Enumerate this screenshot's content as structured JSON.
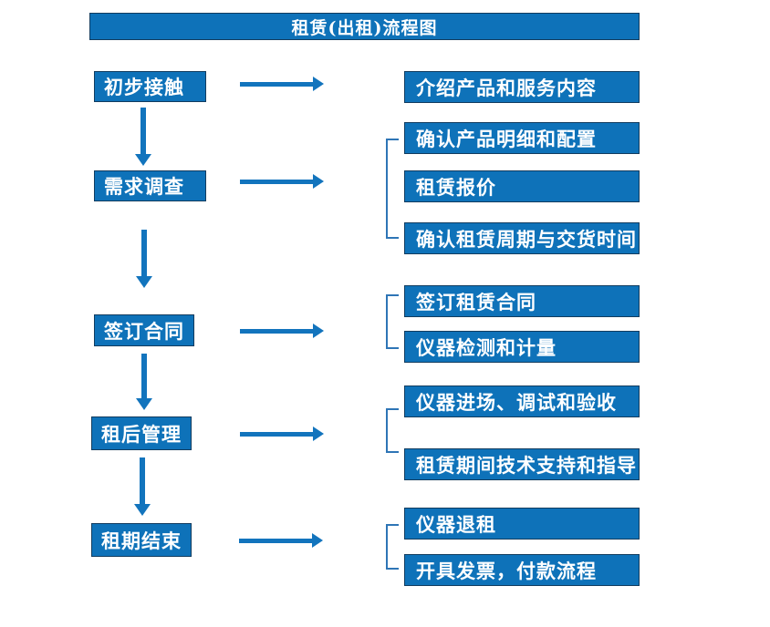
{
  "title": "租赁(出租)流程图",
  "colors": {
    "box_blue": "#0e72b9",
    "arrow_blue": "#1274bd",
    "bracket_blue": "#2e75b6",
    "text_white": "#ffffff"
  },
  "stages": [
    {
      "label": "初步接触",
      "details": [
        "介绍产品和服务内容"
      ]
    },
    {
      "label": "需求调查",
      "details": [
        "确认产品明细和配置",
        "租赁报价",
        "确认租赁周期与交货时间"
      ]
    },
    {
      "label": "签订合同",
      "details": [
        "签订租赁合同",
        "仪器检测和计量"
      ]
    },
    {
      "label": "租后管理",
      "details": [
        "仪器进场、调试和验收",
        "租赁期间技术支持和指导"
      ]
    },
    {
      "label": "租期结束",
      "details": [
        "仪器退租",
        "开具发票，付款流程"
      ]
    }
  ]
}
